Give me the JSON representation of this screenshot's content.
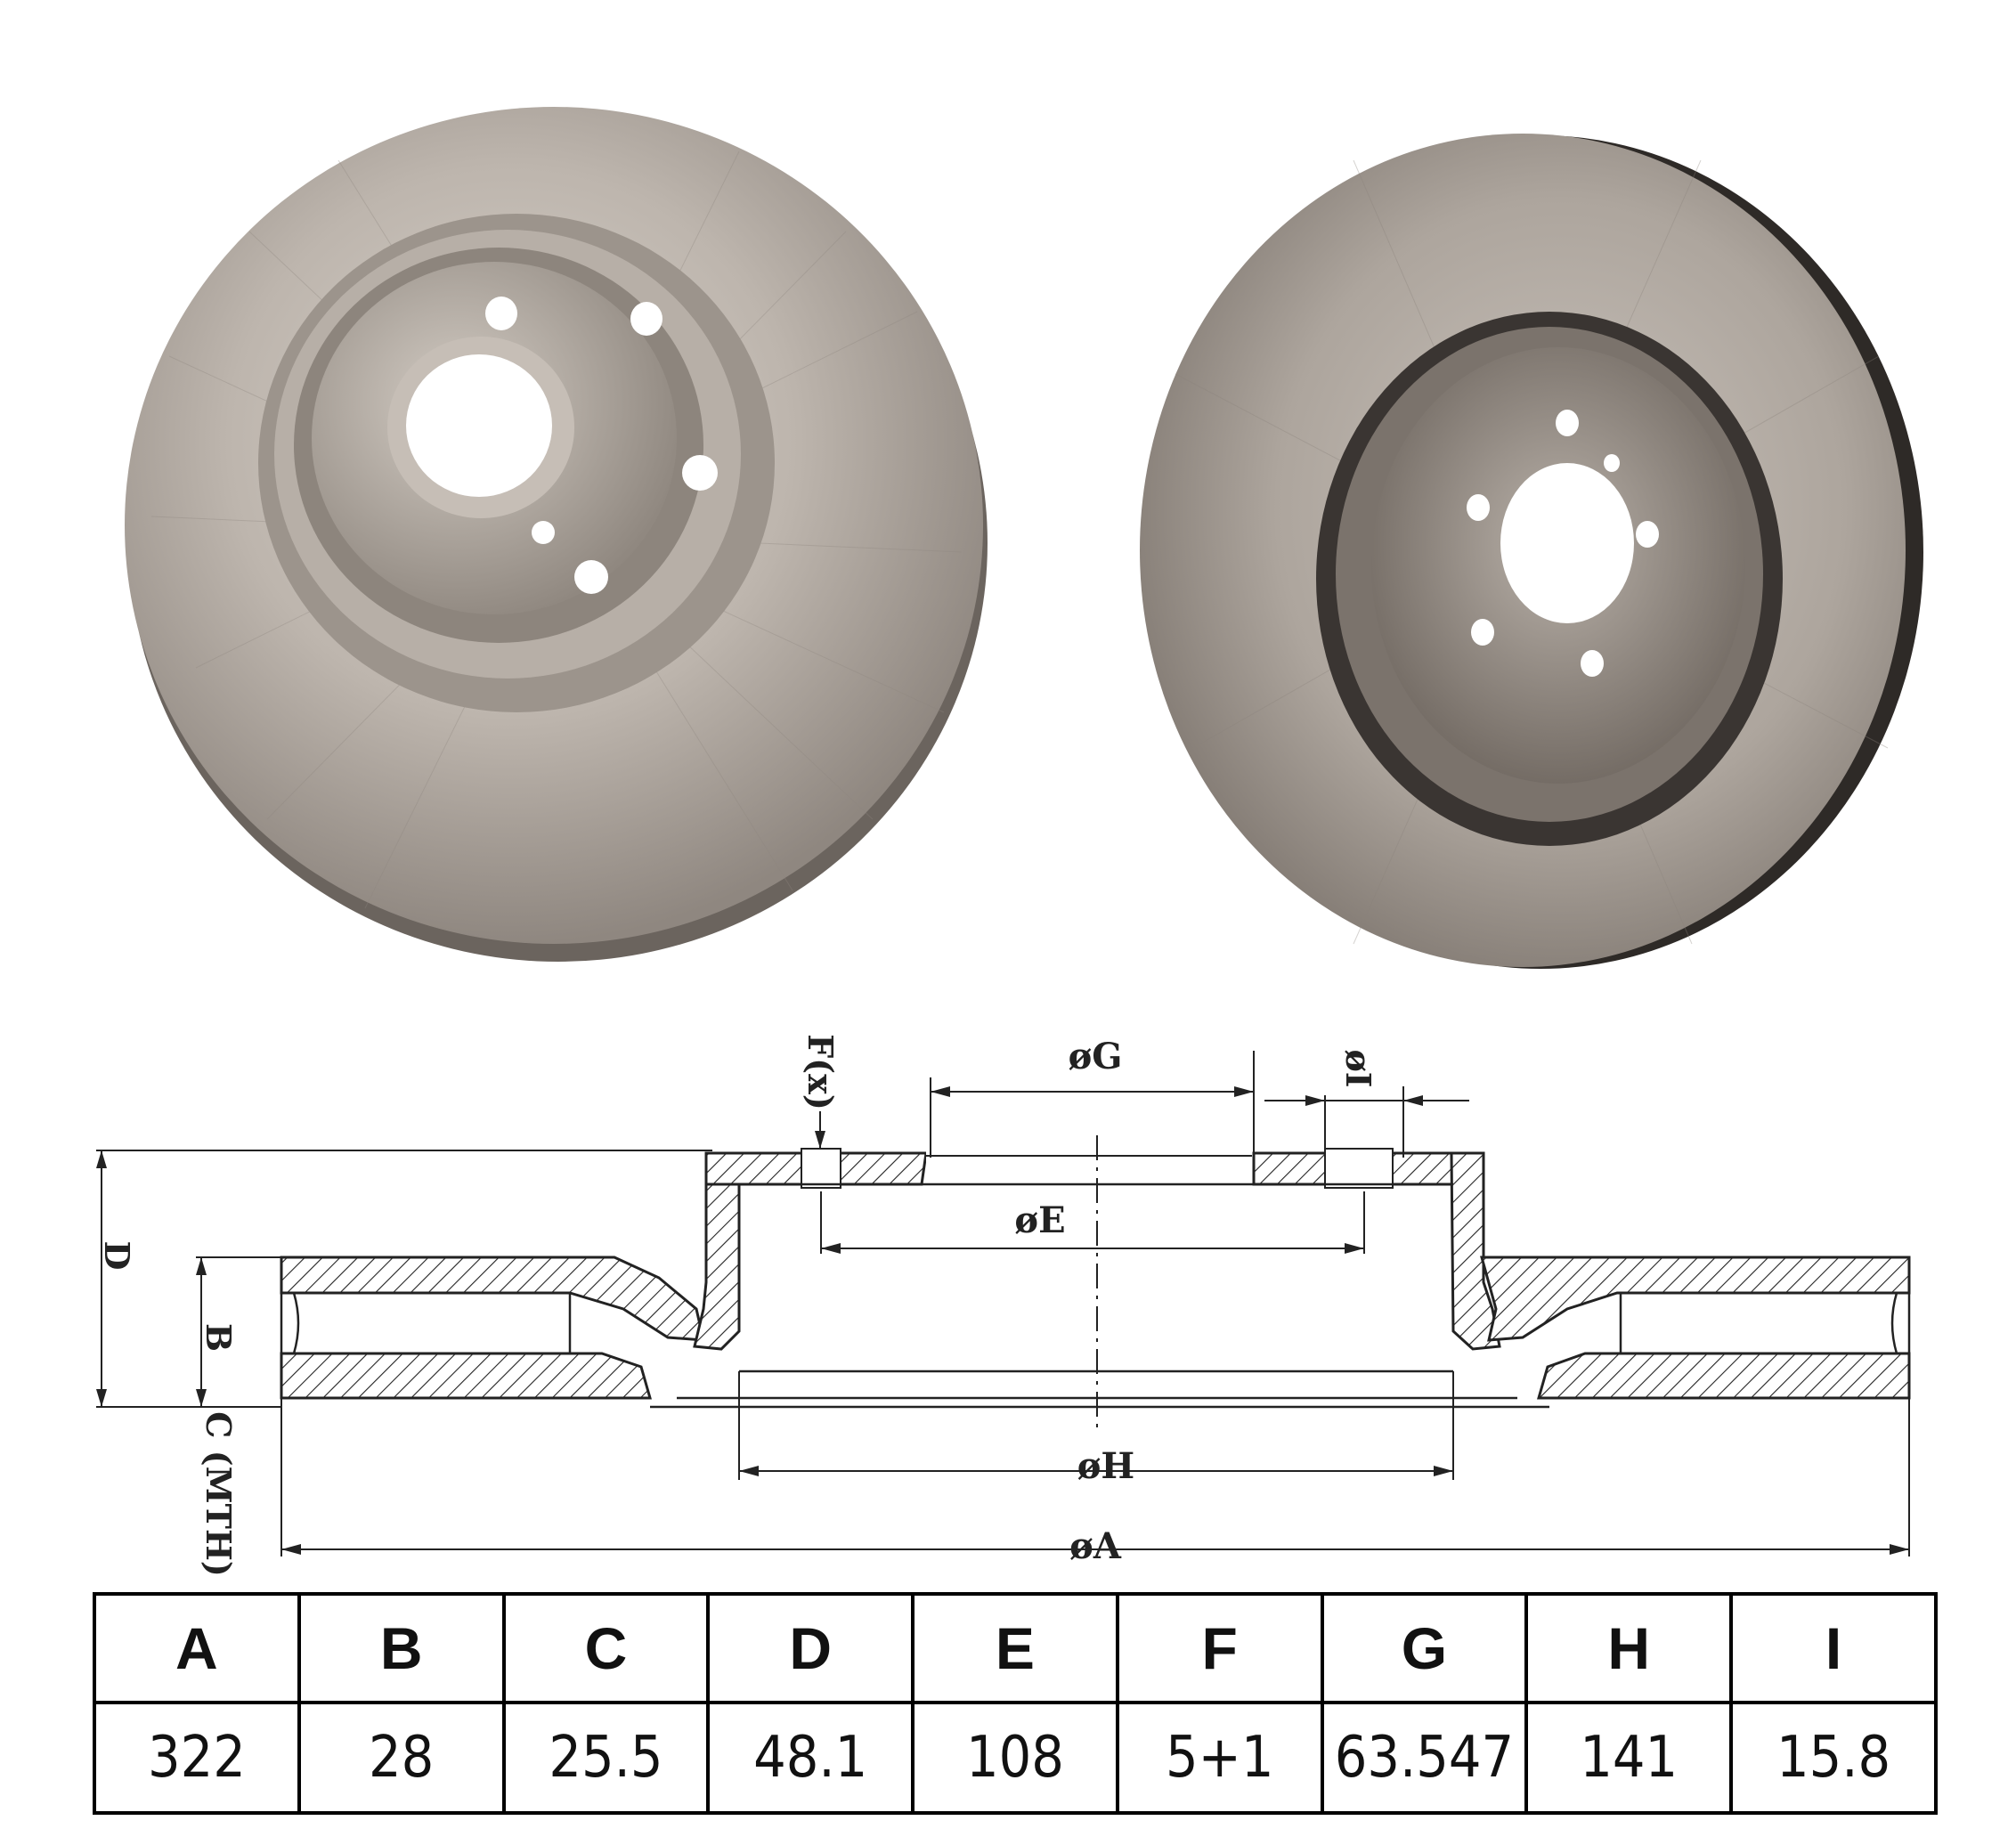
{
  "drawing": {
    "labels": {
      "g": "øG",
      "i": "øI",
      "f": "F(x)",
      "e": "øE",
      "h": "øH",
      "a": "øA",
      "d": "D",
      "b": "B",
      "c": "C (MTH)"
    }
  },
  "table": {
    "headers": [
      "A",
      "B",
      "C",
      "D",
      "E",
      "F",
      "G",
      "H",
      "I"
    ],
    "values": [
      "322",
      "28",
      "25.5",
      "48.1",
      "108",
      "5+1",
      "63.547",
      "141",
      "15.8"
    ]
  },
  "colors": {
    "disc_light": "#c9c2bb",
    "disc_mid": "#a49c94",
    "disc_dark": "#6f6760",
    "line": "#222222"
  }
}
